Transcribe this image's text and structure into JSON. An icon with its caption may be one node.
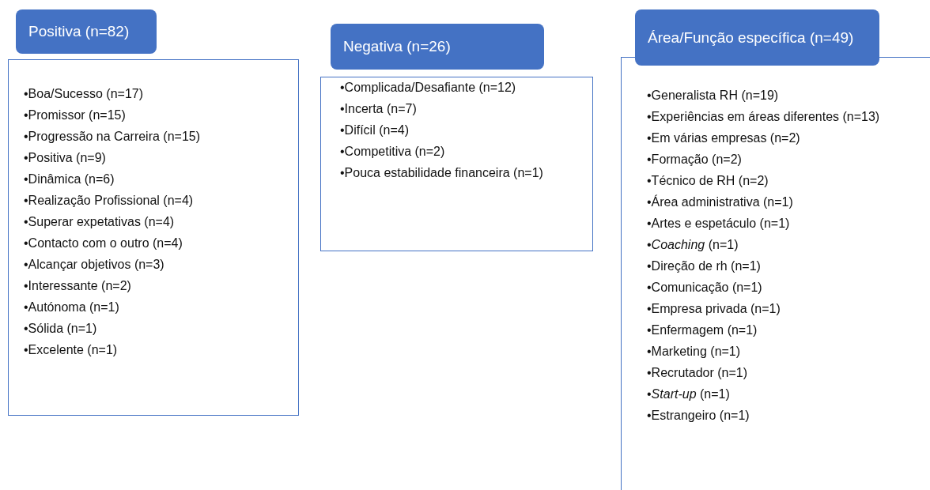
{
  "diagram": {
    "nodes": [
      {
        "text": [
          "Positiva (n=82)",
          "•Boa/Sucesso (n=17)",
          "•Promissor (n=15)",
          "•Progressão na Carreira (n=15)",
          "•Positiva (n=9)",
          "•Dinâmica (n=6)",
          "•Realização Profissional (n=4)",
          "•Superar expetativas (n=4)",
          "•Contacto com o outro (n=4)",
          "•Alcançar objetivos (n=3)",
          "•Interessante (n=2)",
          "•Autónoma (n=1)",
          "•Sólida (n=1)",
          "•Excelente (n=1)"
        ]
      },
      {
        "text": [
          "Negativa (n=26)",
          "•Complicada/Desafiante (n=12)",
          "•Incerta (n=7)",
          "•Difícil (n=4)",
          "•Competitiva (n=2)",
          "•Pouca estabilidade financeira (n=1)"
        ]
      },
      {
        "text": [
          "Área/Função específica (n=49)",
          "•Generalista RH (n=19)",
          "•Experiências em áreas diferentes (n=13)",
          "•Em várias empresas (n=2)",
          "•Formação (n=2)",
          "•Técnico de RH (n=2)",
          "•Área administrativa (n=1)",
          "•Artes e espetáculo (n=1)",
          "•*Coaching* (n=1)",
          "•Direção de rh (n=1)",
          "•Comunicação (n=1)",
          "•Empresa privada (n=1)",
          "•Enfermagem (n=1)",
          "•Marketing (n=1)",
          "•Recrutador (n=1)",
          "•*Start-up* (n=1)",
          "•Estrangeiro (n=1)"
        ]
      }
    ]
  }
}
